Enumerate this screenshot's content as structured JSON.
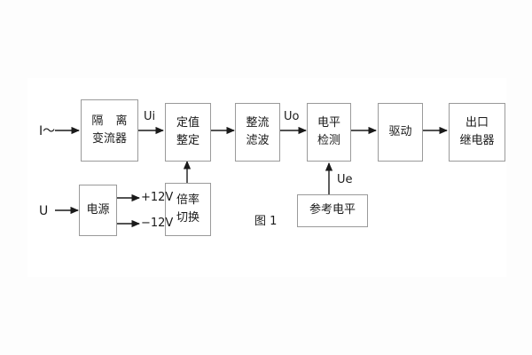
{
  "figure": {
    "caption": "图 1",
    "type": "block-diagram",
    "stroke_color": "#9a9a9a",
    "text_color": "#1a1a1a",
    "background": "#fdfdfd",
    "panel_background": "#ffffff"
  },
  "blocks": [
    {
      "id": "isolation-ct",
      "line1": "隔 离",
      "line2": "变流器"
    },
    {
      "id": "setting",
      "line1": "定值",
      "line2": "整定"
    },
    {
      "id": "rectify-filter",
      "line1": "整流",
      "line2": "滤波"
    },
    {
      "id": "level-detect",
      "line1": "电平",
      "line2": "检测"
    },
    {
      "id": "driver",
      "line1": "驱动",
      "line2": ""
    },
    {
      "id": "output-relay",
      "line1": "出口",
      "line2": "继电器"
    },
    {
      "id": "power-supply",
      "line1": "电源",
      "line2": ""
    },
    {
      "id": "multiplier-switch",
      "line1": "倍率",
      "line2": "切换"
    },
    {
      "id": "reference-level",
      "line1": "参考电平",
      "line2": ""
    }
  ],
  "signal_labels": {
    "current_input": "I～",
    "voltage_input": "U",
    "ui": "Ui",
    "uo": "Uo",
    "ue": "Ue",
    "plus_12v": "+12V",
    "minus_12v": "−12V"
  }
}
